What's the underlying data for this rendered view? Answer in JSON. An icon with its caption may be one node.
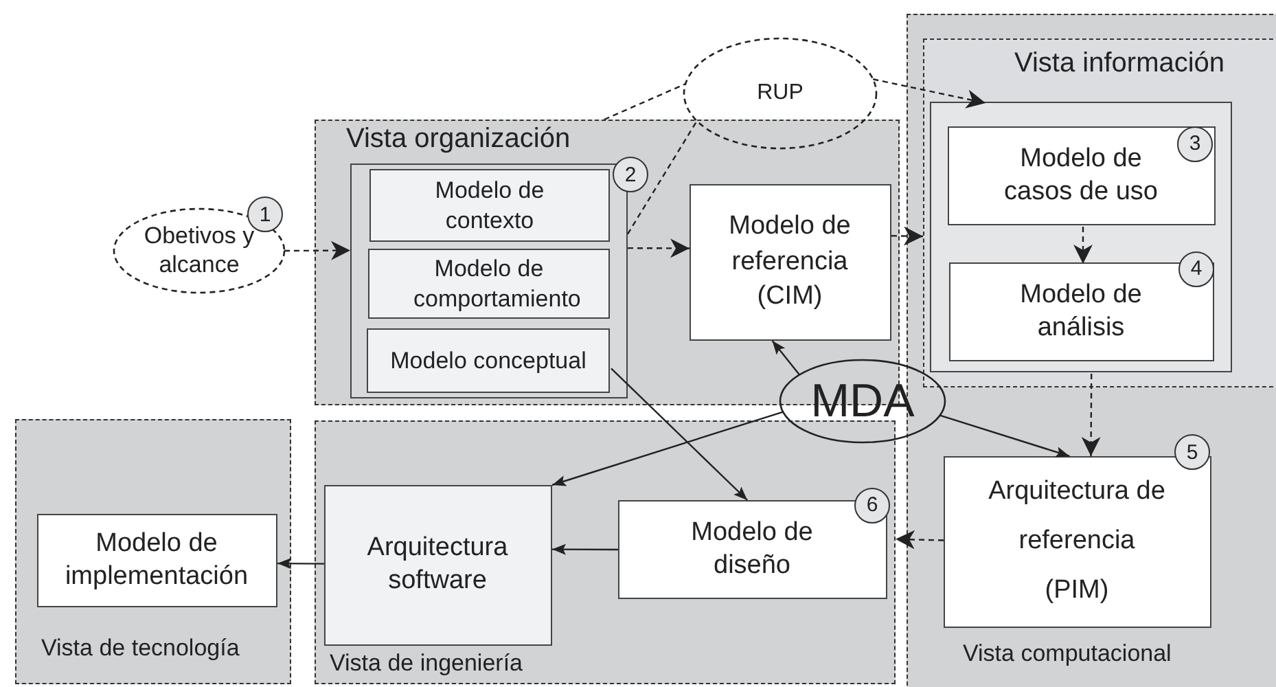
{
  "diagram": {
    "nodes": [
      {
        "text": [
          "Obetivos y alcance"
        ],
        "beside": [
          "1"
        ]
      },
      {
        "text": [
          "RUP"
        ]
      },
      {
        "text": [
          "Vista organización"
        ]
      },
      {
        "text": [],
        "shape": "box",
        "in": 2,
        "beside": [
          "2"
        ]
      },
      {
        "text": [
          "Modelo de contexto"
        ],
        "in": 3
      },
      {
        "text": [
          "Modelo de comportamiento"
        ],
        "in": 3
      },
      {
        "text": [
          "Modelo conceptual"
        ],
        "in": 3
      },
      {
        "text": [
          "Modelo de referencia (CIM)"
        ],
        "in": 2
      },
      {
        "text": [
          "Vista computacional"
        ]
      },
      {
        "text": [
          "Vista información"
        ],
        "in": 8
      },
      {
        "text": [],
        "shape": "box",
        "in": 9
      },
      {
        "text": [
          "Modelo de casos de uso",
          "3"
        ],
        "in": 10
      },
      {
        "text": [
          "Modelo de análisis",
          "4"
        ],
        "in": 10
      },
      {
        "text": [
          "MDA"
        ]
      },
      {
        "text": [
          "Arquitectura de referencia (PIM)"
        ],
        "in": 8,
        "beside": [
          "5"
        ]
      },
      {
        "text": [
          "Vista de tecnología"
        ]
      },
      {
        "text": [
          "Modelo de implementación"
        ],
        "in": 15
      },
      {
        "text": [
          "Vista de ingeniería"
        ]
      },
      {
        "text": [
          "Arquitectura software"
        ],
        "in": 17
      },
      {
        "text": [
          "Modelo de diseño",
          "6"
        ],
        "in": 17
      }
    ],
    "edges": [
      {
        "from": 0,
        "to": 3,
        "arrow": "to",
        "style": "dashed"
      },
      {
        "from": 3,
        "to": 7,
        "arrow": "to",
        "style": "dashed"
      },
      {
        "from": 7,
        "to": 9,
        "arrow": "to",
        "style": "dashed"
      },
      {
        "from": 2,
        "to": 1,
        "arrow": "none",
        "style": "dashed"
      },
      {
        "from": 3,
        "to": 1,
        "arrow": "none",
        "style": "dashed"
      },
      {
        "from": 1,
        "to": 10,
        "arrow": "to",
        "style": "dashed"
      },
      {
        "from": 11,
        "to": 12,
        "arrow": "to",
        "style": "dashed"
      },
      {
        "from": 10,
        "to": 14,
        "arrow": "to",
        "style": "dashed"
      },
      {
        "from": 14,
        "to": 17,
        "arrow": "to",
        "style": "dashed"
      },
      {
        "from": 13,
        "to": 7,
        "arrow": "to"
      },
      {
        "from": 13,
        "to": 18,
        "arrow": "to"
      },
      {
        "from": 13,
        "to": 14,
        "arrow": "to"
      },
      {
        "from": 6,
        "to": 19,
        "arrow": "to"
      },
      {
        "from": 19,
        "to": 18,
        "arrow": "to"
      },
      {
        "from": 18,
        "to": 16,
        "arrow": "to"
      }
    ]
  }
}
